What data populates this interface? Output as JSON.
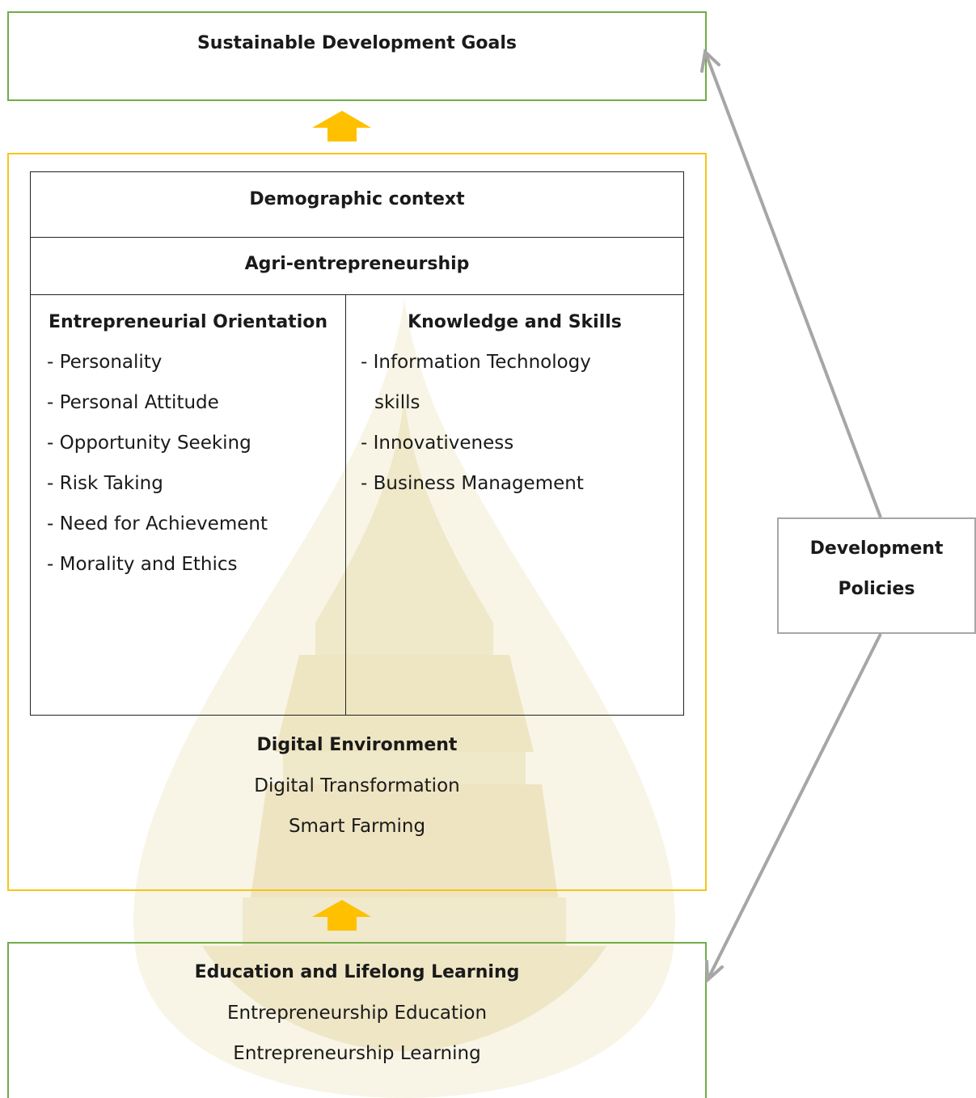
{
  "goals": {
    "title": "Sustainable Development Goals"
  },
  "core": {
    "demographic": "Demographic context",
    "agri": "Agri-entrepreneurship",
    "orientation": {
      "title": "Entrepreneurial Orientation",
      "items": [
        "- Personality",
        "- Personal Attitude",
        "- Opportunity Seeking",
        "- Risk Taking",
        "- Need for Achievement",
        "- Morality and Ethics"
      ]
    },
    "knowledge": {
      "title": "Knowledge and Skills",
      "items": [
        "- Information Technology",
        "skills",
        "- Innovativeness",
        "- Business Management"
      ]
    },
    "digital": {
      "title": "Digital Environment",
      "line1": "Digital Transformation",
      "line2": "Smart Farming"
    }
  },
  "education": {
    "title": "Education and Lifelong Learning",
    "line1": "Entrepreneurship Education",
    "line2": "Entrepreneurship Learning"
  },
  "policies": {
    "line1": "Development",
    "line2": "Policies"
  },
  "colors": {
    "green": "#70ad47",
    "yellow": "#f5c518",
    "arrow_orange": "#ffc000",
    "grey": "#a6a6a6",
    "watermark": "#e8dcae"
  },
  "icons": {
    "watermark": "university-seal-watermark",
    "up_arrow": "up-arrow-icon"
  }
}
